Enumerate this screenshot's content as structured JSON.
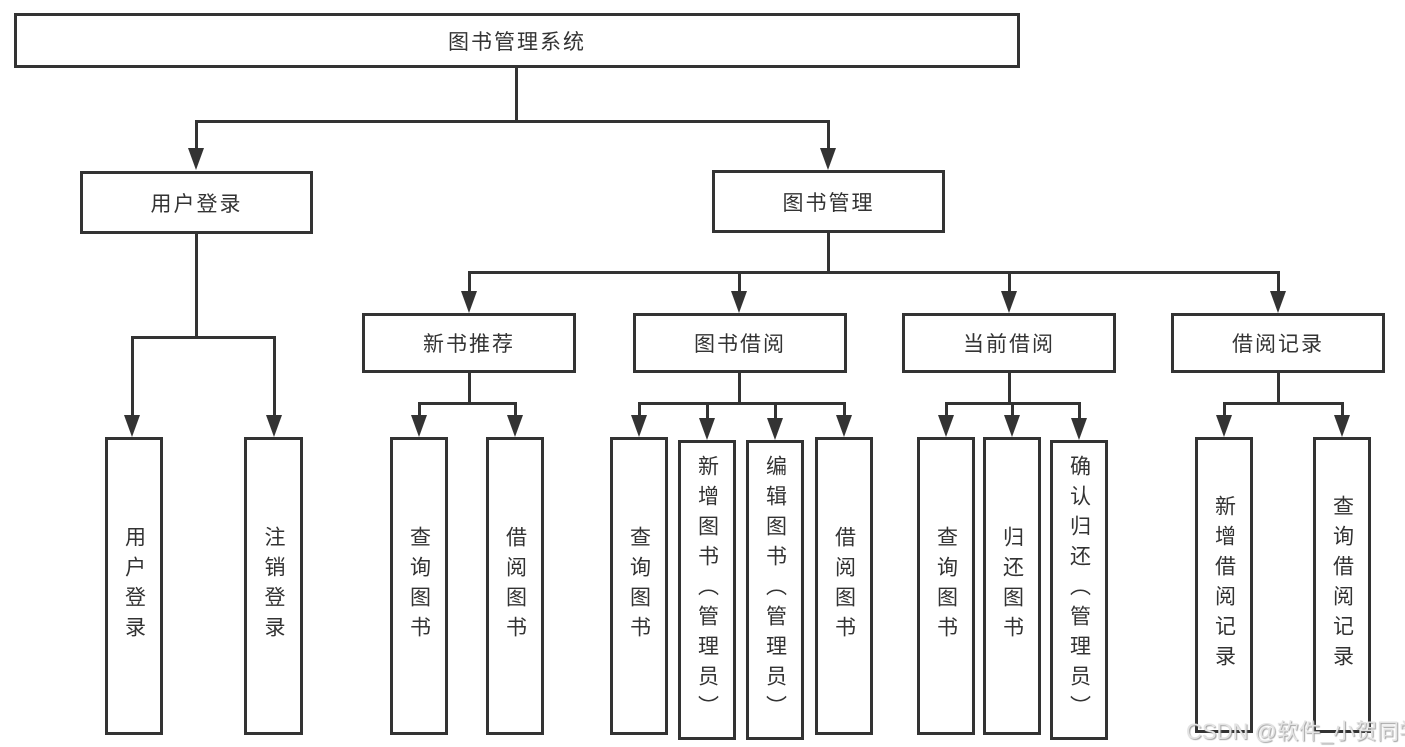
{
  "diagram": {
    "root": {
      "label": "图书管理系统"
    },
    "branches": [
      {
        "label": "用户登录",
        "children": [
          {
            "label": "用户登录"
          },
          {
            "label": "注销登录"
          }
        ]
      },
      {
        "label": "图书管理",
        "children": [
          {
            "label": "新书推荐",
            "children": [
              {
                "label": "查询图书"
              },
              {
                "label": "借阅图书"
              }
            ]
          },
          {
            "label": "图书借阅",
            "children": [
              {
                "label": "查询图书"
              },
              {
                "label": "新增图书（管理员）"
              },
              {
                "label": "编辑图书（管理员）"
              },
              {
                "label": "借阅图书"
              }
            ]
          },
          {
            "label": "当前借阅",
            "children": [
              {
                "label": "查询图书"
              },
              {
                "label": "归还图书"
              },
              {
                "label": "确认归还（管理员）"
              }
            ]
          },
          {
            "label": "借阅记录",
            "children": [
              {
                "label": "新增借阅记录"
              },
              {
                "label": "查询借阅记录"
              }
            ]
          }
        ]
      }
    ]
  },
  "watermark": {
    "text": "CSDN @软件_小贺同学",
    "color": "#e3e3e3"
  },
  "colors": {
    "line": "#333333",
    "background": "#ffffff",
    "text": "#333333"
  }
}
